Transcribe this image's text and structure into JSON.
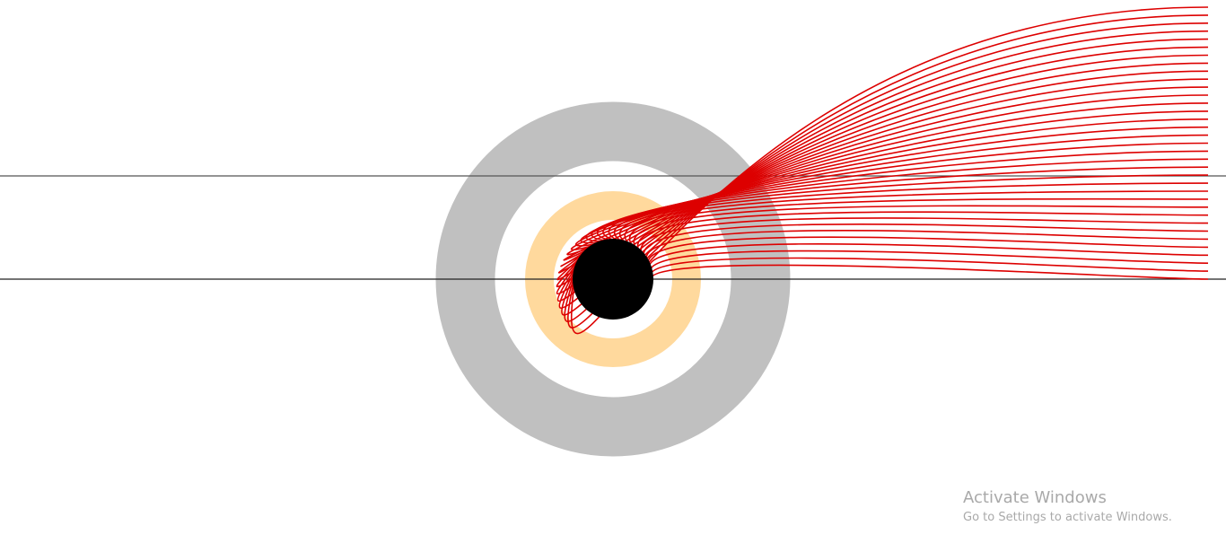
{
  "colors": {
    "background": "#ffffff",
    "outer_ring": "#c0c0c0",
    "inner_ring": "#ffd99d",
    "black_hole": "#000000",
    "ray": "#dd0000",
    "guide_line": "#555555",
    "watermark": "#a9a9a9"
  },
  "rays": {
    "count": 35
  },
  "watermark": {
    "title": "Activate Windows",
    "subtitle": "Go to Settings to activate Windows."
  }
}
